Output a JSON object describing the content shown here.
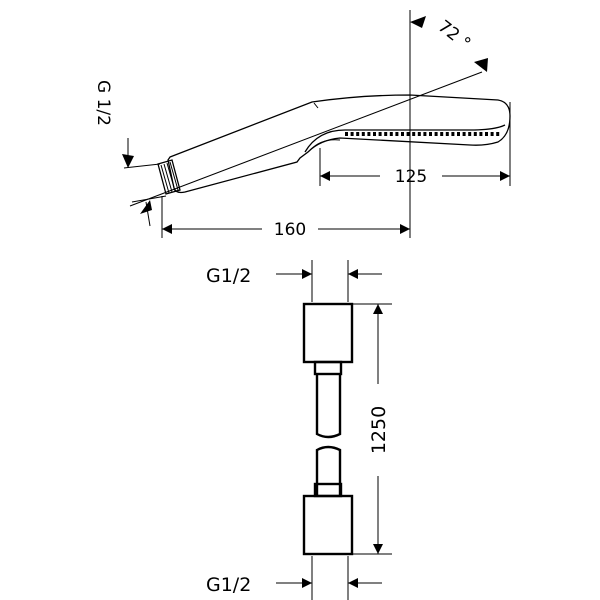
{
  "shower_head": {
    "angle_label": "72 °",
    "thread_label": "G 1/2",
    "head_length_label": "125",
    "overall_length_label": "160"
  },
  "hose": {
    "top_thread_label": "G1/2",
    "bottom_thread_label": "G1/2",
    "length_label": "1250"
  }
}
